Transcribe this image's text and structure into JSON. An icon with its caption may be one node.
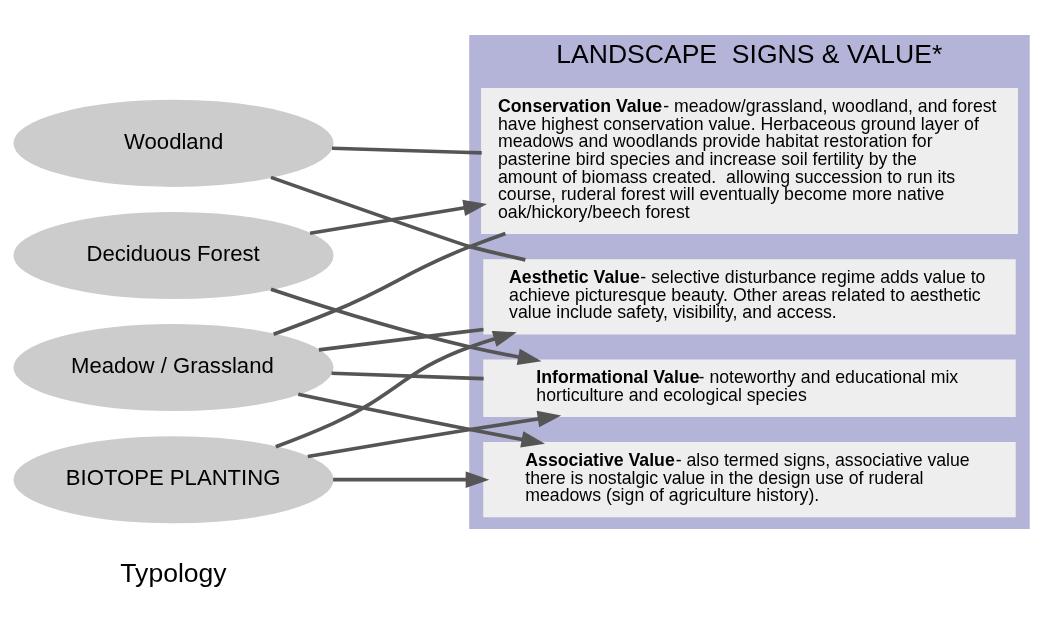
{
  "diagram": {
    "nodes": [
      {
        "text": [
          "Meadow / Grassland"
        ]
      },
      {
        "text": [
          "Woodland"
        ]
      },
      {
        "text": [
          "BIOTOPE PLANTING"
        ]
      },
      {
        "text": [
          "Deciduous Forest"
        ]
      },
      {
        "text": [
          "LANDSCAPE  SIGNS & VALUE*"
        ]
      },
      {
        "text": [
          "Associative Value",
          "- also termed signs, associative value there is nostalgic value in the design use of ruderal meadows (sign of agriculture history)."
        ],
        "in": 4
      },
      {
        "text": [
          "Aesthetic Value",
          "- selective disturbance regime adds value to achieve picturesque beauty. Other areas related to aesthetic value include safety, visibility, and access."
        ],
        "in": 4
      },
      {
        "text": [
          "Informational Value",
          "- noteworthy and educational mix horticulture and ecological species"
        ],
        "in": 4
      },
      {
        "text": [
          "Conservation Value",
          "- meadow/grassland, woodland, and forest have highest conservation value. Herbaceous ground layer of meadows and woodlands provide habitat restoration for pasterine bird species and increase soil fertility by the amount of biomass created.  allowing succession to run its course, ruderal forest will eventually become more native oak/hickory/beech forest"
        ],
        "in": 4
      }
    ],
    "edges": [
      {
        "from": 0,
        "to": 5,
        "arrow": "to"
      },
      {
        "from": 0,
        "to": 6,
        "arrow": "none"
      },
      {
        "from": 0,
        "to": 7,
        "arrow": "none"
      },
      {
        "from": 0,
        "to": 8,
        "arrow": "none"
      },
      {
        "from": 1,
        "to": 6,
        "arrow": "none"
      },
      {
        "from": 1,
        "to": 8,
        "arrow": "none"
      },
      {
        "from": 2,
        "to": 5,
        "arrow": "to"
      },
      {
        "from": 2,
        "to": 6,
        "arrow": "to"
      },
      {
        "from": 2,
        "to": 7,
        "arrow": "to"
      },
      {
        "from": 3,
        "to": 7,
        "arrow": "to"
      },
      {
        "from": 3,
        "to": 8,
        "arrow": "to"
      }
    ],
    "labels": [
      "Typology"
    ]
  }
}
